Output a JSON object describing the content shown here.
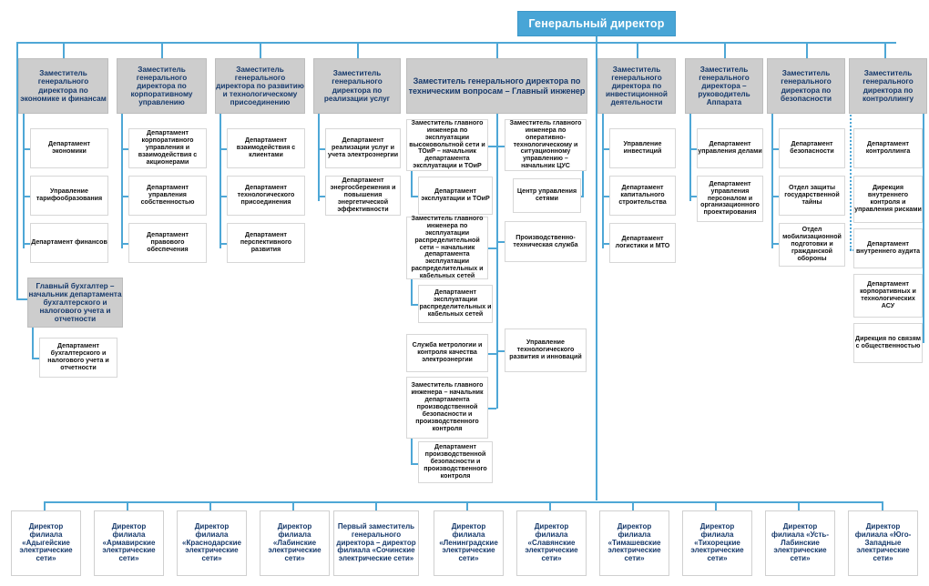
{
  "colors": {
    "connector": "#4ea7d6",
    "root_fill": "#48a5d6",
    "vp_fill": "#cdcdcd",
    "text_navy": "#16396b",
    "box_fill": "#ffffff"
  },
  "root": {
    "label": "Генеральный директор"
  },
  "columns": [
    {
      "id": "economics-finance",
      "head": "Заместитель генерального директора по экономике и финансам",
      "items": [
        "Департамент экономики",
        "Управление тарифообразования",
        "Департамент финансов"
      ]
    },
    {
      "id": "corporate-management",
      "head": "Заместитель генерального директора по корпоративному управлению",
      "items": [
        "Департамент корпоративного управления и взаимодействия с акционерами",
        "Департамент управления собственностью",
        "Департамент правового обеспечения"
      ]
    },
    {
      "id": "development-techconnection",
      "head": "Заместитель генерального директора по развитию и технологическому присоединению",
      "items": [
        "Департамент взаимодействия с клиентами",
        "Департамент технологического присоединения",
        "Департамент перспективного развития"
      ]
    },
    {
      "id": "service-realization",
      "head": "Заместитель генерального директора по реализации услуг",
      "items": [
        "Департамент реализации услуг и учета электроэнергии",
        "Департамент энергосбережения и повышения энергетической эффективности"
      ]
    },
    {
      "id": "investment-activity",
      "head": "Заместитель генерального директора по инвестиционной деятельности",
      "items": [
        "Управление инвестиций",
        "Департамент капитального строительства",
        "Департамент логистики и МТО"
      ]
    },
    {
      "id": "apparatus-head",
      "head": "Заместитель генерального директора – руководитель Аппарата",
      "items": [
        "Департамент управления делами",
        "Департамент управления персоналом и организационного проектирования"
      ]
    },
    {
      "id": "security",
      "head": "Заместитель генерального директора по безопасности",
      "items": [
        "Департамент безопасности",
        "Отдел защиты государственной тайны",
        "Отдел мобилизационной подготовки и гражданской обороны"
      ]
    },
    {
      "id": "controlling",
      "head": "Заместитель генерального директора по контроллингу",
      "items": [
        "Департамент контроллинга",
        "Дирекция внутреннего контроля и управления рисками",
        "Департамент внутреннего аудита",
        "Департамент корпоративных и технологических АСУ",
        "Дирекция по связям с общественностью"
      ]
    }
  ],
  "chief_accountant": {
    "head": "Главный бухгалтер – начальник департамента бухгалтерского и налогового учета и отчетности",
    "items": [
      "Департамент бухгалтерского и налогового учета и отчетности"
    ]
  },
  "chief_engineer": {
    "head": "Заместитель генерального директора по техническим вопросам – Главный инженер",
    "left_branch": [
      {
        "head": "Заместитель главного инженера по эксплуатации высоковольтной сети и ТОиР – начальник департамента эксплуатации и ТОиР",
        "items": [
          "Департамент эксплуатации и ТОиР"
        ]
      },
      {
        "head": "Заместитель главного инженера по эксплуатации распределительной сети – начальник департамента эксплуатации распределительных и кабельных сетей",
        "items": [
          "Департамент эксплуатации распределительных и кабельных сетей"
        ]
      },
      {
        "head": "Служба метрологии и контроля качества электроэнергии",
        "items": []
      },
      {
        "head": "Заместитель главного инженера – начальник департамента производственной безопасности и производственного контроля",
        "items": [
          "Департамент производственной безопасности и производственного контроля"
        ]
      }
    ],
    "right_branch": [
      {
        "head": "Заместитель главного инженера по оперативно-технологическому и ситуационному управлению – начальник ЦУС",
        "items": [
          "Центр управления сетями"
        ]
      },
      {
        "head": "Производственно-техническая служба",
        "items": []
      },
      {
        "head": "Управление технологического развития и инноваций",
        "items": []
      }
    ]
  },
  "branches": [
    "Директор филиала «Адыгейские электрические сети»",
    "Директор филиала «Армавирские электрические сети»",
    "Директор филиала «Краснодарские электрические сети»",
    "Директор филиала «Лабинские электрические сети»",
    "Первый заместитель генерального директора – директор филиала «Сочинские электрические сети»",
    "Директор филиала «Ленинградские электрические сети»",
    "Директор филиала «Славянские электрические сети»",
    "Директор филиала «Тимашевские электрические сети»",
    "Директор филиала «Тихорецкие электрические сети»",
    "Директор филиала «Усть-Лабинские электрические сети»",
    "Директор филиала «Юго-Западные электрические сети»"
  ]
}
